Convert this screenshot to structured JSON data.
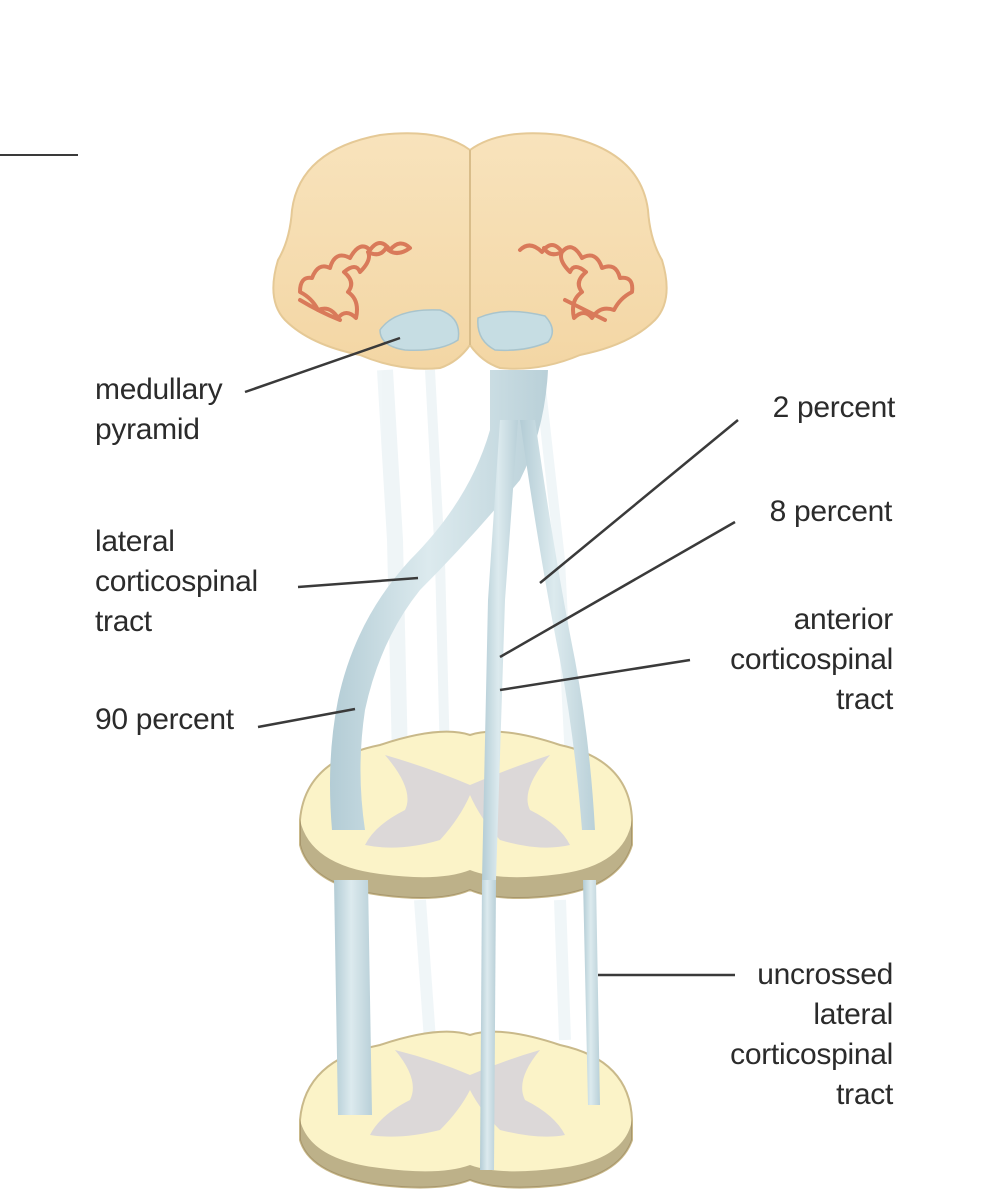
{
  "labels": {
    "medullary_pyramid": [
      "medullary",
      "pyramid"
    ],
    "lateral_corticospinal_tract": [
      "lateral",
      "corticospinal",
      "tract"
    ],
    "ninety_percent": "90 percent",
    "two_percent": "2 percent",
    "eight_percent": "8 percent",
    "anterior_corticospinal_tract": [
      "anterior",
      "corticospinal",
      "tract"
    ],
    "uncrossed_lateral_corticospinal_tract": [
      "uncrossed",
      "lateral",
      "corticospinal",
      "tract"
    ]
  },
  "colors": {
    "medulla_fill": "#f7dfb3",
    "olive_stroke": "#d97a5a",
    "pyramid_fill": "#c6dde3",
    "tract_fill": "#c8dde4",
    "cord_fill": "#fbf3c8",
    "gray_matter": "#dcd8d8",
    "leader_line": "#3a3a3a"
  }
}
